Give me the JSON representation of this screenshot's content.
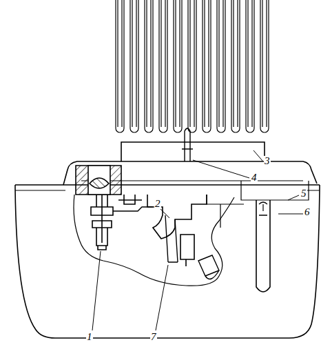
{
  "diagram": {
    "labels": [
      "3",
      "4",
      "2",
      "5",
      "6",
      "1",
      "7"
    ]
  }
}
